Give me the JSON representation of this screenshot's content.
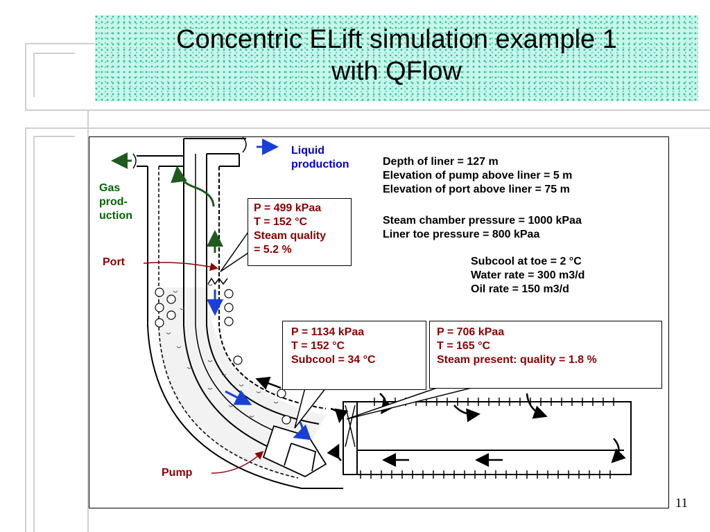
{
  "slide": {
    "title_line1": "Concentric ELift simulation example 1",
    "title_line2": "with QFlow",
    "page_number": "11"
  },
  "labels": {
    "liquid_production": [
      "Liquid",
      "production"
    ],
    "gas_production": [
      "Gas",
      "prod-",
      "uction"
    ],
    "port": "Port",
    "pump": "Pump"
  },
  "callouts": {
    "port_conditions": [
      "P = 499 kPaa",
      "T = 152 °C",
      "Steam quality",
      "= 5.2 %"
    ],
    "pump_conditions": [
      "P = 1134 kPaa",
      "T = 152 °C",
      "Subcool = 34 °C"
    ],
    "liner_conditions": [
      "P = 706 kPaa",
      "T = 165 °C",
      "Steam present: quality = 1.8 %"
    ]
  },
  "parameters": {
    "geometry": [
      "Depth of liner = 127 m",
      "Elevation of pump above liner = 5 m",
      "Elevation of port above liner = 75 m"
    ],
    "pressures": [
      "Steam chamber pressure = 1000 kPaa",
      "Liner toe pressure = 800 kPaa"
    ],
    "rates": [
      "Subcool at toe = 2 °C",
      "Water rate = 300 m3/d",
      "Oil rate = 150 m3/d"
    ]
  },
  "colors": {
    "callout_text": "#8b0000",
    "liquid_label": "#0000cc",
    "gas_label": "#006400",
    "blue_arrow": "#1a3fd6",
    "green_arrow": "#1f5a1f",
    "leader_line": "#8b0000"
  }
}
